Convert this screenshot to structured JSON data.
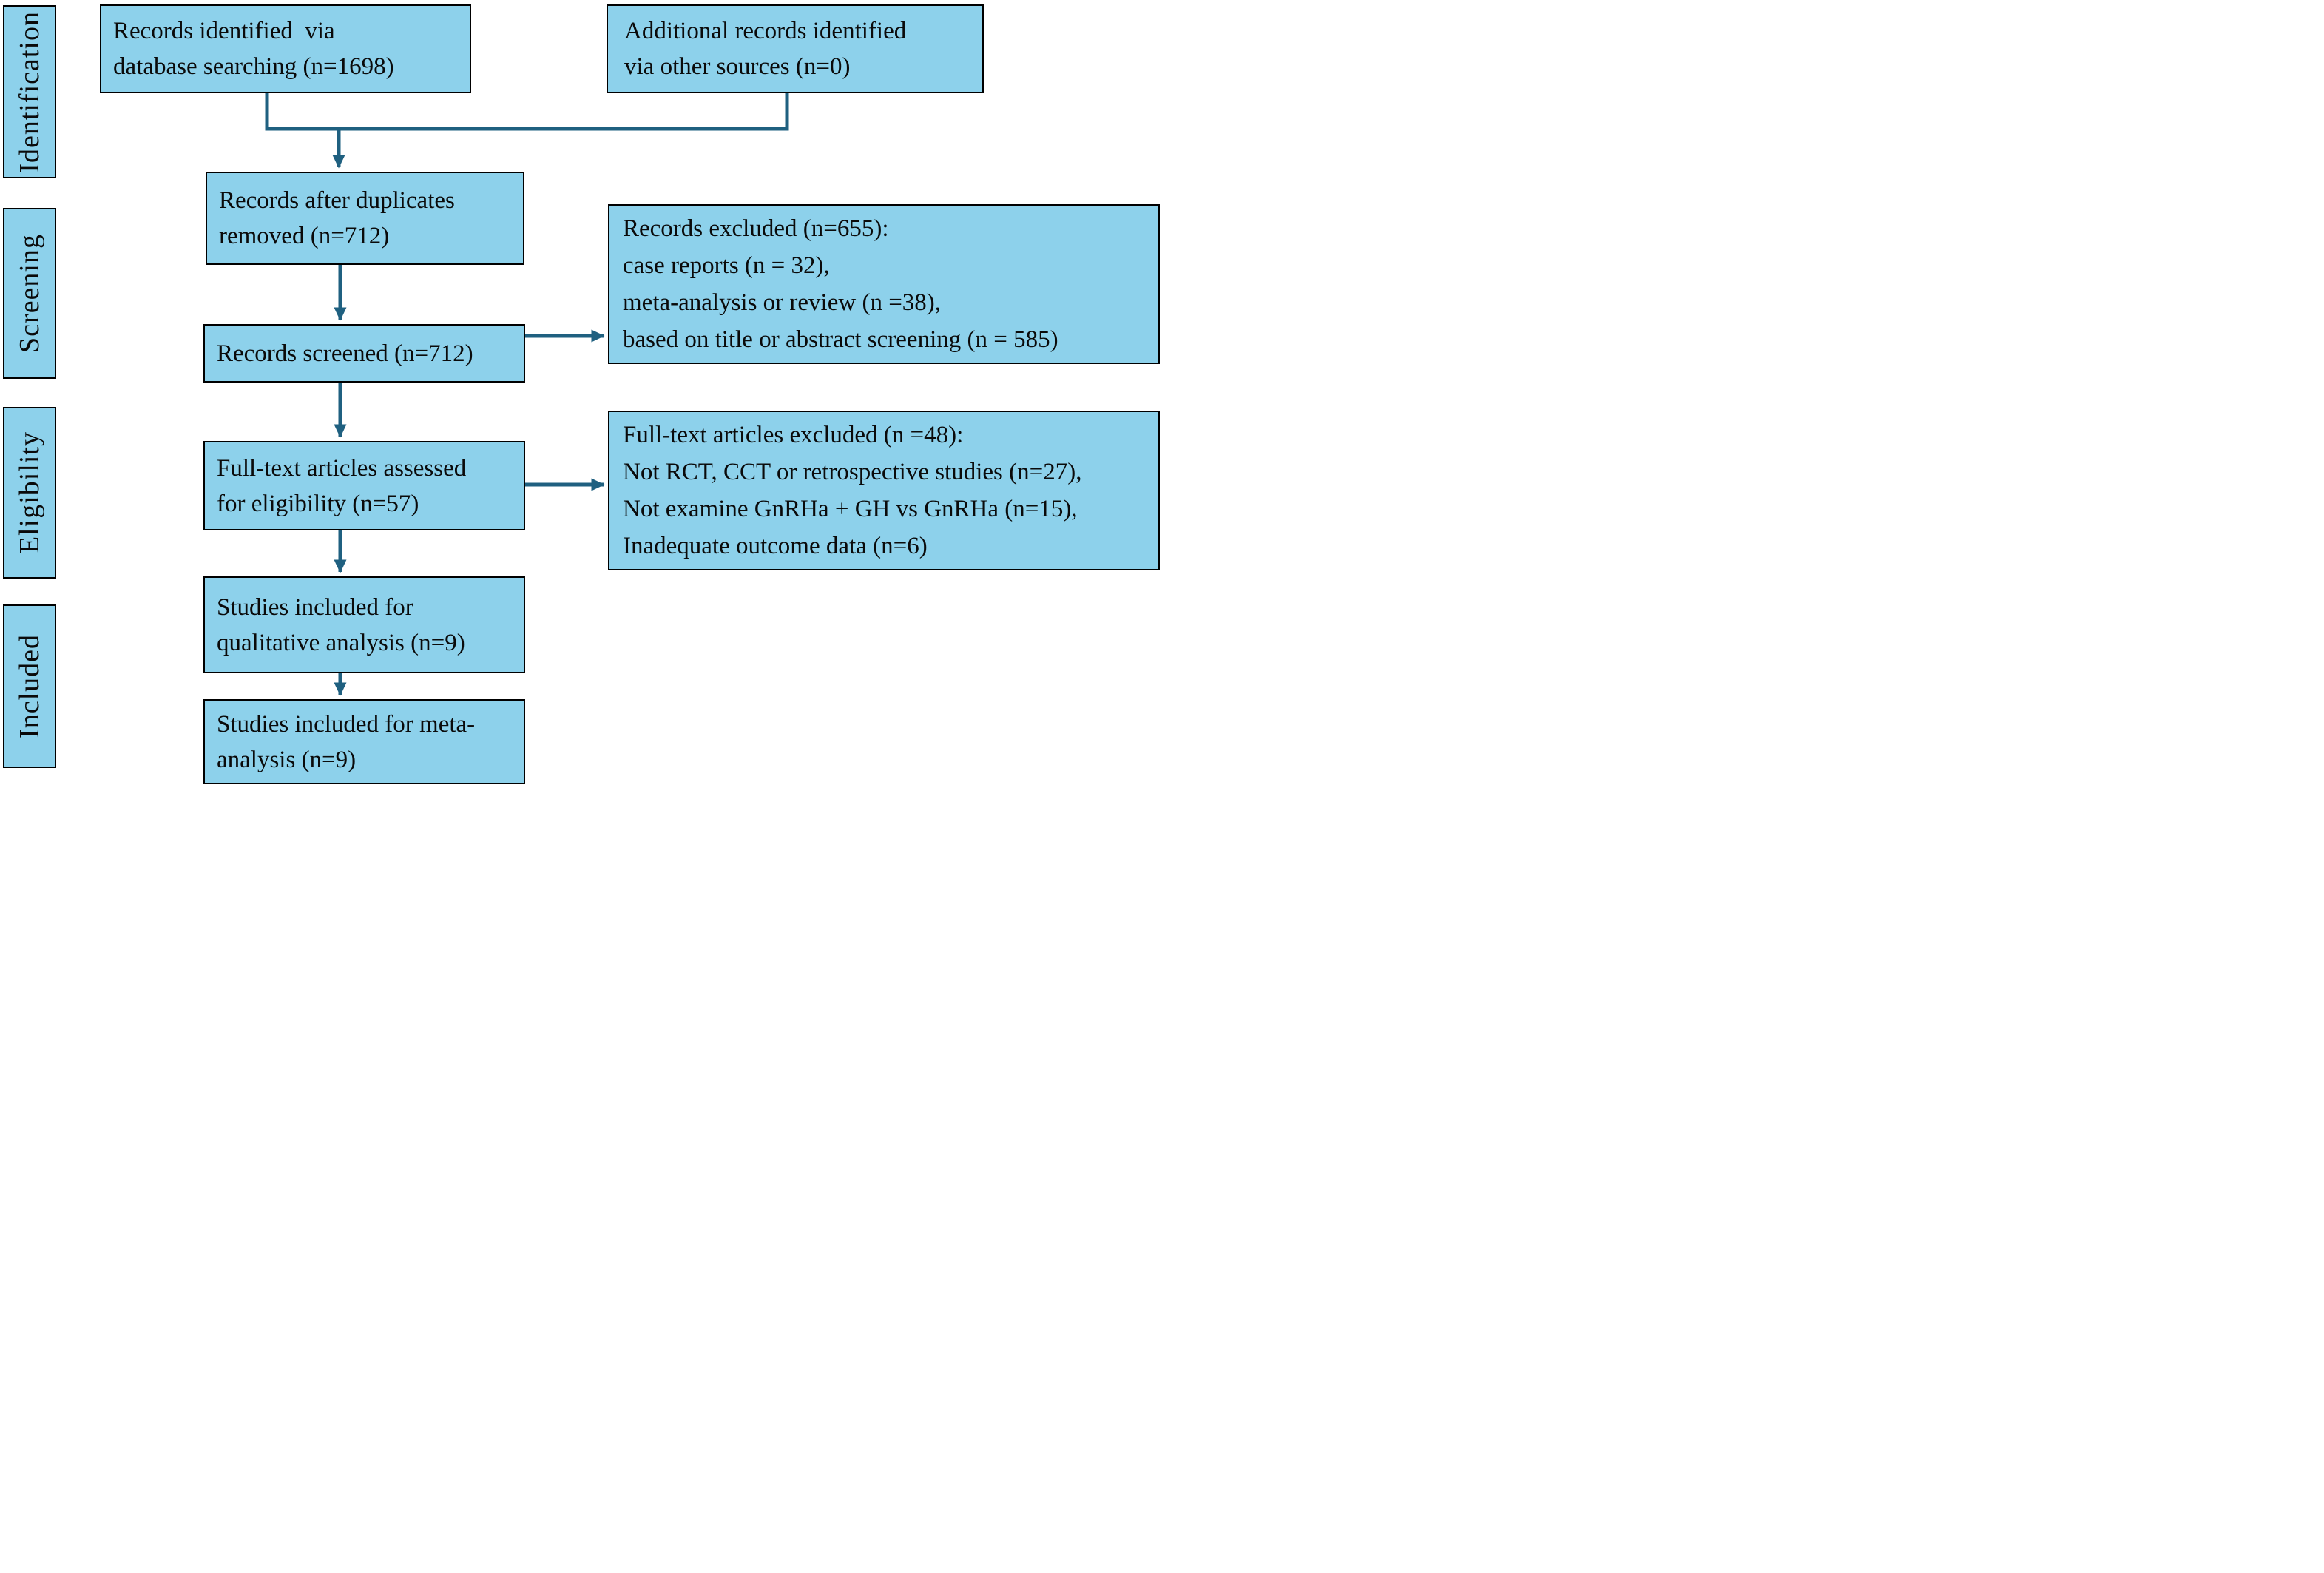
{
  "colors": {
    "box_fill": "#8DD1EB",
    "box_border": "#000000",
    "arrow_color": "#1F6080",
    "text_color": "#0A0A0A"
  },
  "stages": {
    "identification": "Identification",
    "screening": "Screening",
    "eligibility": "Eligibility",
    "included": "Included"
  },
  "flow": {
    "identified": {
      "lines": [
        "Records identified  via",
        "database searching (n=1698)"
      ]
    },
    "additional": {
      "lines": [
        "Additional records identified",
        "via other sources (n=0)"
      ]
    },
    "deduplicated": {
      "lines": [
        "Records after duplicates",
        "removed (n=712)"
      ]
    },
    "screened": {
      "lines": [
        "Records screened (n=712)"
      ]
    },
    "records_excluded": {
      "lines": [
        "Records excluded (n=655):",
        "case reports (n = 32),",
        "meta-analysis or review (n =38),",
        "based on title or abstract screening (n = 585)"
      ]
    },
    "fulltext_assessed": {
      "lines": [
        "Full-text articles assessed",
        "for eligibility (n=57)"
      ]
    },
    "fulltext_excluded": {
      "lines": [
        "Full-text articles excluded (n =48):",
        "Not RCT, CCT or retrospective studies (n=27),",
        "Not examine GnRHa + GH vs GnRHa (n=15),",
        "Inadequate outcome data (n=6)"
      ]
    },
    "qualitative": {
      "lines": [
        "Studies included for",
        "qualitative analysis (n=9)"
      ]
    },
    "meta": {
      "lines": [
        "Studies included for meta-",
        "analysis (n=9)"
      ]
    }
  }
}
